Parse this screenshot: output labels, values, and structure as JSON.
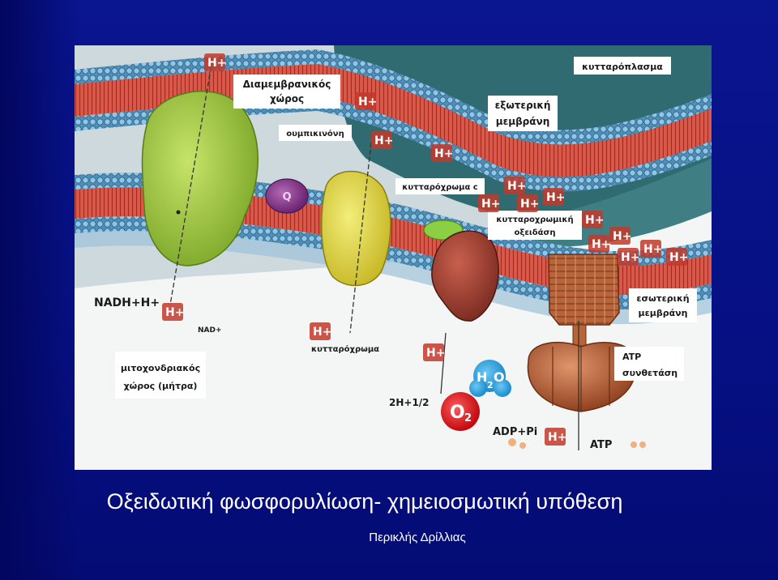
{
  "slide": {
    "title": "Οξειδωτική φωσφορυλίωση- χημειοσμωτική υπόθεση",
    "author": "Περικλής Δρίλλιας"
  },
  "diagram": {
    "labels": {
      "intermembrane_space": [
        "Διαμεμβρανικός",
        "χώρος"
      ],
      "cytoplasm": "κυτταρόπλασμα",
      "outer_membrane": [
        "εξωτερική",
        "μεμβράνη"
      ],
      "ubiquinone": "ουμπικινόνη",
      "cytochrome_c": "κυτταρόχρωμα c",
      "cytochrome_oxidase": [
        "κυτταροχρωμική",
        "οξειδάση"
      ],
      "inner_membrane": [
        "εσωτερική",
        "μεμβράνη"
      ],
      "matrix": [
        "μιτοχονδριακός",
        "χώρος (μήτρα)"
      ],
      "atp_synthase": [
        "ATP",
        "συνθετάση"
      ],
      "cytochrome": "κυτταρόχρωμα",
      "nadh": "NADH+H+",
      "nad": "NAD+",
      "reaction": "2H+1/2",
      "adp": "ADP+Pi",
      "atp": "ATP",
      "h2o_h": "H",
      "h2o_2": "2",
      "h2o_o": "O",
      "o2_o": "O",
      "o2_2": "2",
      "q": "Q",
      "h_ion": "H+"
    },
    "colors": {
      "cytoplasm_bg": "#2f6b70",
      "intermembrane_bg": "#c6d8da",
      "membrane_red": "#d0463c",
      "head_blue": "#5fa0c8",
      "complex1": "#9cc93c",
      "complex3": "#e3da3c",
      "cytochrome_c": "#7fbf3a",
      "complex4": "#9a3b2e",
      "atp_synthase": "#b8643a",
      "ubiquinone": "#8a3a8c",
      "water": "#2aa4e0",
      "oxygen": "#e0181e"
    }
  }
}
